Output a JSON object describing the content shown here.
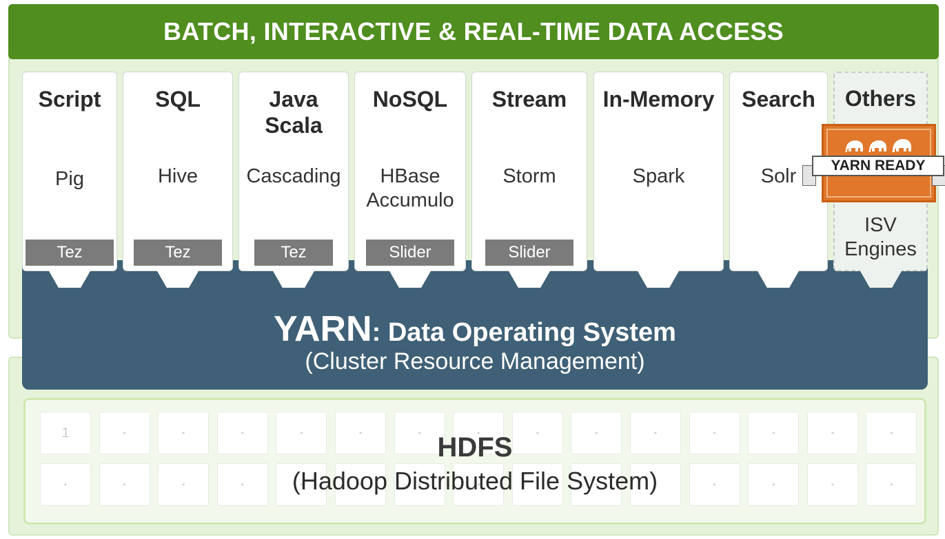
{
  "banner": {
    "title": "BATCH, INTERACTIVE & REAL-TIME  DATA ACCESS"
  },
  "columns": [
    {
      "title": "Script",
      "engine": "Pig",
      "sub": "Tez"
    },
    {
      "title": "SQL",
      "engine": "Hive",
      "sub": "Tez"
    },
    {
      "title": "Java\nScala",
      "engine": "Cascading",
      "sub": "Tez"
    },
    {
      "title": "NoSQL",
      "engine": "HBase\nAccumulo",
      "sub": "Slider"
    },
    {
      "title": "Stream",
      "engine": "Storm",
      "sub": "Slider"
    },
    {
      "title": "In-Memory",
      "engine": "Spark",
      "sub": ""
    },
    {
      "title": "Search",
      "engine": "Solr",
      "sub": ""
    },
    {
      "title": "Others",
      "engine": "ISV\nEngines",
      "sub": ""
    }
  ],
  "badge": {
    "label": "YARN READY",
    "icon": "elephants-icon"
  },
  "yarn": {
    "title_big": "YARN",
    "title_rest": ": Data Operating System",
    "subtitle": "(Cluster Resource Management)"
  },
  "hdfs": {
    "title": "HDFS",
    "subtitle": "(Hadoop Distributed File System)",
    "first_cell": "1",
    "dot": "•"
  },
  "colors": {
    "banner": "#4f8e1f",
    "yarn": "#3f6076",
    "badge": "#e0772b",
    "subtag": "#7b7b7b"
  }
}
